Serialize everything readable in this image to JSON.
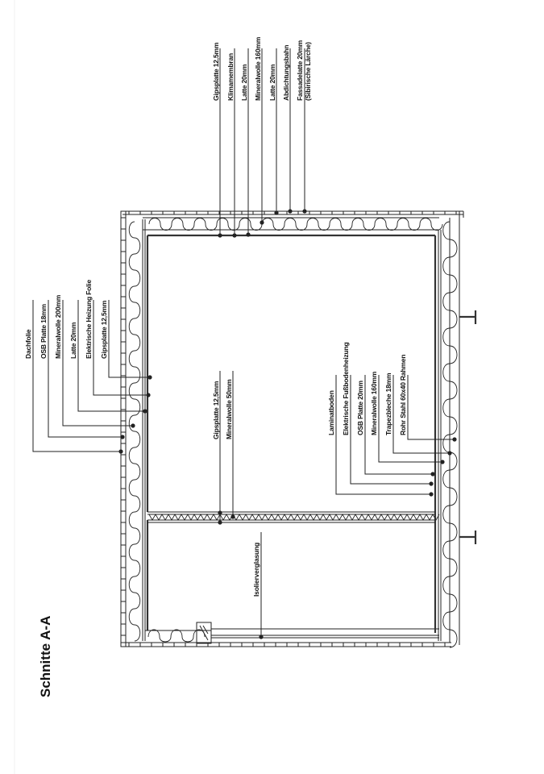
{
  "title": "Schnitte A-A",
  "roof_layers": [
    "Dachfolie",
    "OSB Platte 18mm",
    "Mineralwolle 200mm",
    "Latte 20mm",
    "Elektrische Heizung Folie",
    "Gipsplatte 12,5mm"
  ],
  "wall_layers": [
    "Gipsplatte 12,5mm",
    "Klimamembran",
    "Latte 20mm",
    "Mineralwolle 160mm",
    "Latte 20mm",
    "Abdichtungsbahn",
    "Fassadelatte 20mm",
    "(Sibirische Lärche)"
  ],
  "partition_layers": [
    "Gipsplatte 12,5mm",
    "Mineralwolle 50mm"
  ],
  "floor_layers": [
    "Laminatboden",
    "Elektrische Fußbodenheizung",
    "OSB Platte 20mm",
    "Mineralwolle 160mm",
    "Trapezbleche 18mm",
    "Rohr Stahl 60x40 Rahmen"
  ],
  "glazing_label": "Isolierverglasung"
}
